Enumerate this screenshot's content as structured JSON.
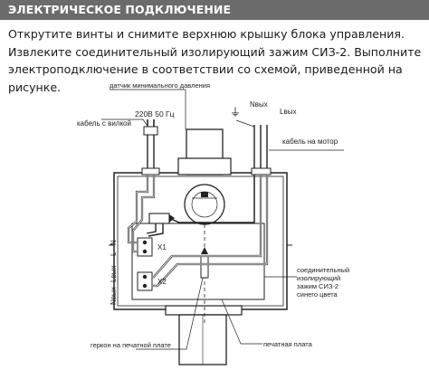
{
  "section_title": "ЭЛЕКТРИЧЕСКОЕ ПОДКЛЮЧЕНИЕ",
  "instructions": "Открутите винты и снимите верхнюю крышку блока управления. Извлеките соединительный изолирующий зажим СИЗ-2. Выполните электроподключение в соответствии со схемой, приведенной на рисунке.",
  "diagram": {
    "pressure_sensor": "датчик минимального давления",
    "voltage": "220В 50 Гц",
    "plug_cable": "кабель с вилкой",
    "ground_symbol": "⏚",
    "n_out": "Nвых",
    "l_out": "Lвых",
    "motor_cable": "кабель на мотор",
    "terminal_n": "N",
    "terminal_l": "L",
    "terminal_l_out": "Lвых",
    "terminal_n_out": "Nвых",
    "x1": "X1",
    "x2": "X2",
    "connector_line1": "соединительный",
    "connector_line2": "изолирующий",
    "connector_line3": "зажим СИЗ-2",
    "connector_line4": "синего цвета",
    "reed_switch": "геркон на печатной плате",
    "pcb": "печатная плата"
  }
}
